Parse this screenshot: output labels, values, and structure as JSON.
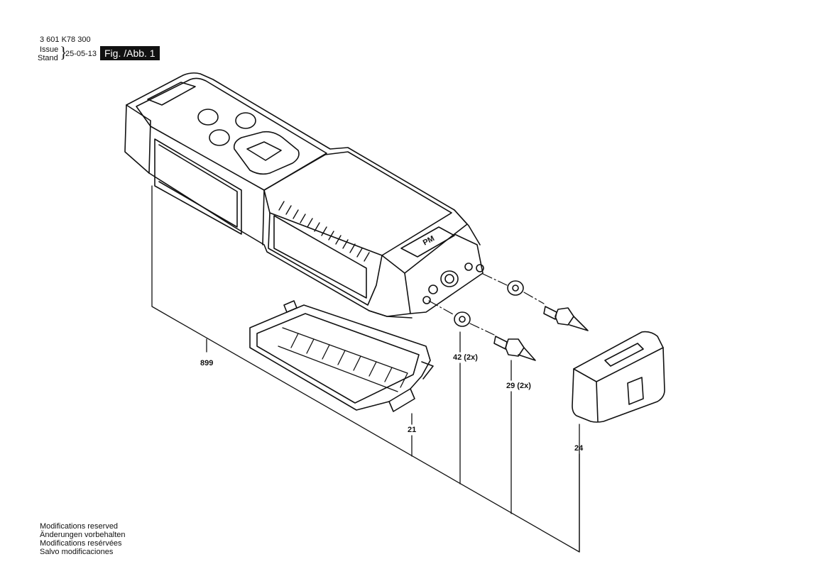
{
  "header": {
    "part_number": "3 601 K78 300",
    "issue_label": "Issue",
    "stand_label": "Stand",
    "date": "25-05-13",
    "figure_label": "Fig. /Abb. 1"
  },
  "device_marking": "PM",
  "callouts": [
    {
      "id": "899",
      "label": "899"
    },
    {
      "id": "21",
      "label": "21"
    },
    {
      "id": "42",
      "label": "42 (2x)"
    },
    {
      "id": "29",
      "label": "29 (2x)"
    },
    {
      "id": "24",
      "label": "24"
    }
  ],
  "footer": {
    "lines": [
      "Modifications reserved",
      "Änderungen vorbehalten",
      "Modifications resérvées",
      "Salvo modificaciones"
    ]
  }
}
